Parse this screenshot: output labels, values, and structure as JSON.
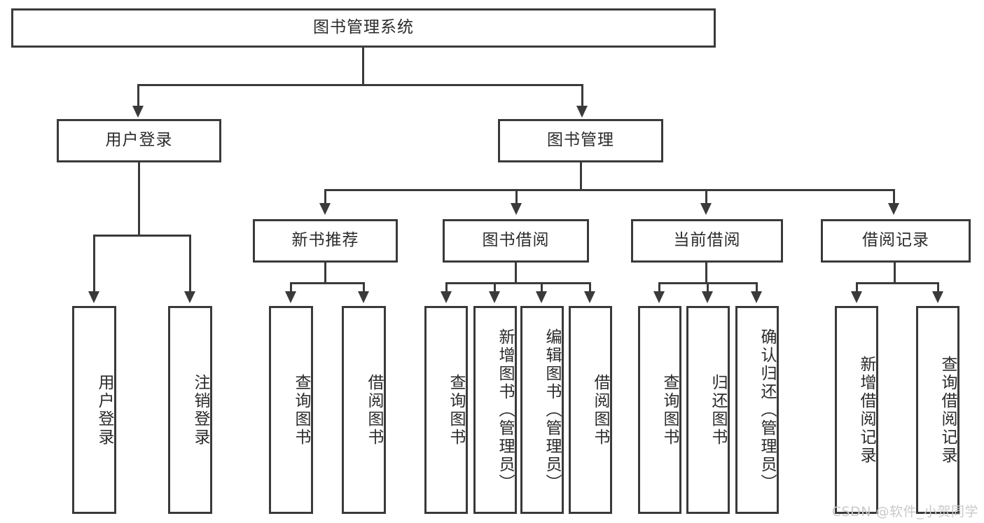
{
  "diagram": {
    "title": "图书管理系统",
    "type": "hierarchy-tree",
    "root": {
      "label": "图书管理系统"
    },
    "level1": [
      {
        "label": "用户登录"
      },
      {
        "label": "图书管理"
      }
    ],
    "level2": [
      {
        "label": "新书推荐"
      },
      {
        "label": "图书借阅"
      },
      {
        "label": "当前借阅"
      },
      {
        "label": "借阅记录"
      }
    ],
    "leaves": {
      "user_login": [
        {
          "label": "用户登录"
        },
        {
          "label": "注销登录"
        }
      ],
      "new_book_recommend": [
        {
          "label": "查询图书"
        },
        {
          "label": "借阅图书"
        }
      ],
      "book_borrow": [
        {
          "label": "查询图书"
        },
        {
          "label": "新增图书（管理员）"
        },
        {
          "label": "编辑图书（管理员）"
        },
        {
          "label": "借阅图书"
        }
      ],
      "current_borrow": [
        {
          "label": "查询图书"
        },
        {
          "label": "归还图书"
        },
        {
          "label": "确认归还（管理员）"
        }
      ],
      "borrow_record": [
        {
          "label": "新增借阅记录"
        },
        {
          "label": "查询借阅记录"
        }
      ]
    }
  },
  "watermark": {
    "text": "CSDN @软件_小贺同学"
  },
  "colors": {
    "stroke": "#3a3a3a",
    "background": "#ffffff",
    "text": "#2b2b2b",
    "watermark": "#c9c9c9"
  }
}
